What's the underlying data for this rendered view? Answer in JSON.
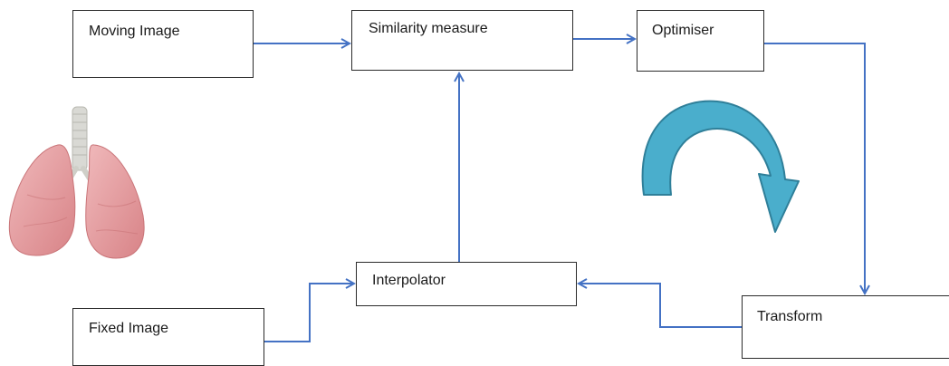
{
  "nodes": {
    "moving_image": "Moving Image",
    "similarity_measure": "Similarity measure",
    "optimiser": "Optimiser",
    "interpolator": "Interpolator",
    "fixed_image": "Fixed Image",
    "transform": "Transform"
  },
  "colors": {
    "arrow": "#4472c4",
    "box_border": "#2b2b2b",
    "curved_arrow_fill": "#4aaecc",
    "curved_arrow_stroke": "#2f7f99",
    "lung_tissue": "#e8a0a3",
    "trachea": "#d9d9d4"
  },
  "icons": {
    "lungs": "lungs-illustration-icon",
    "rotation": "curved-arrow-icon"
  }
}
